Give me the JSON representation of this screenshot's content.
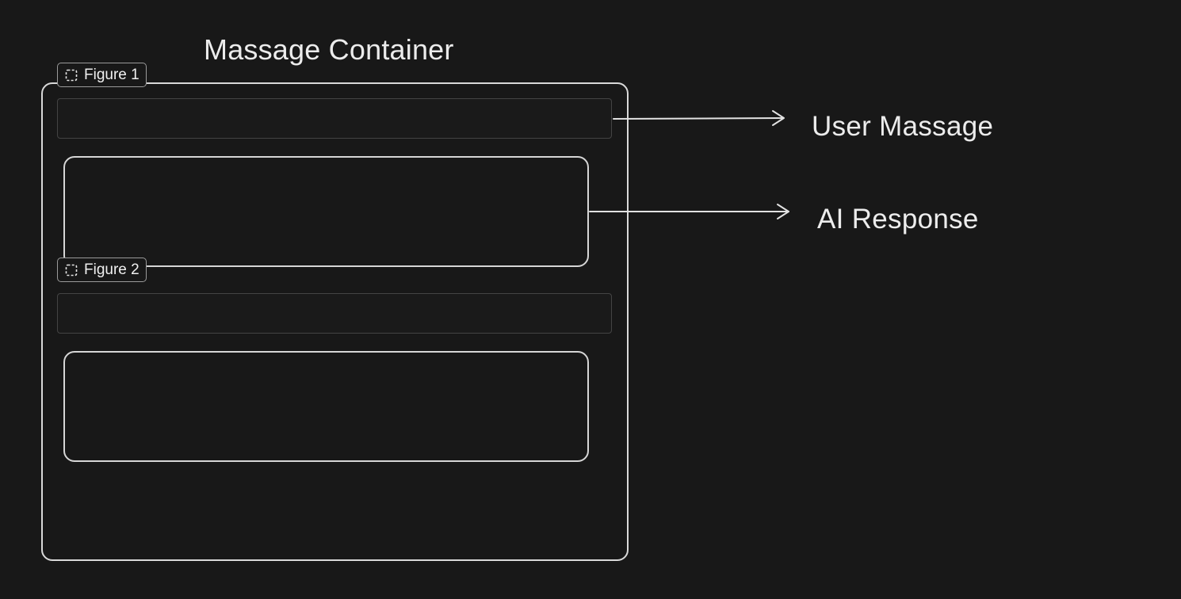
{
  "diagram": {
    "title": "Massage Container",
    "figures": [
      {
        "label": "Figure 1",
        "icon": "frame-icon"
      },
      {
        "label": "Figure 2",
        "icon": "frame-icon"
      }
    ],
    "annotations": {
      "user_message": "User Massage",
      "ai_response": "AI Response"
    }
  },
  "colors": {
    "background": "#181818",
    "stroke": "#d9d9d9",
    "text": "#ececec"
  }
}
